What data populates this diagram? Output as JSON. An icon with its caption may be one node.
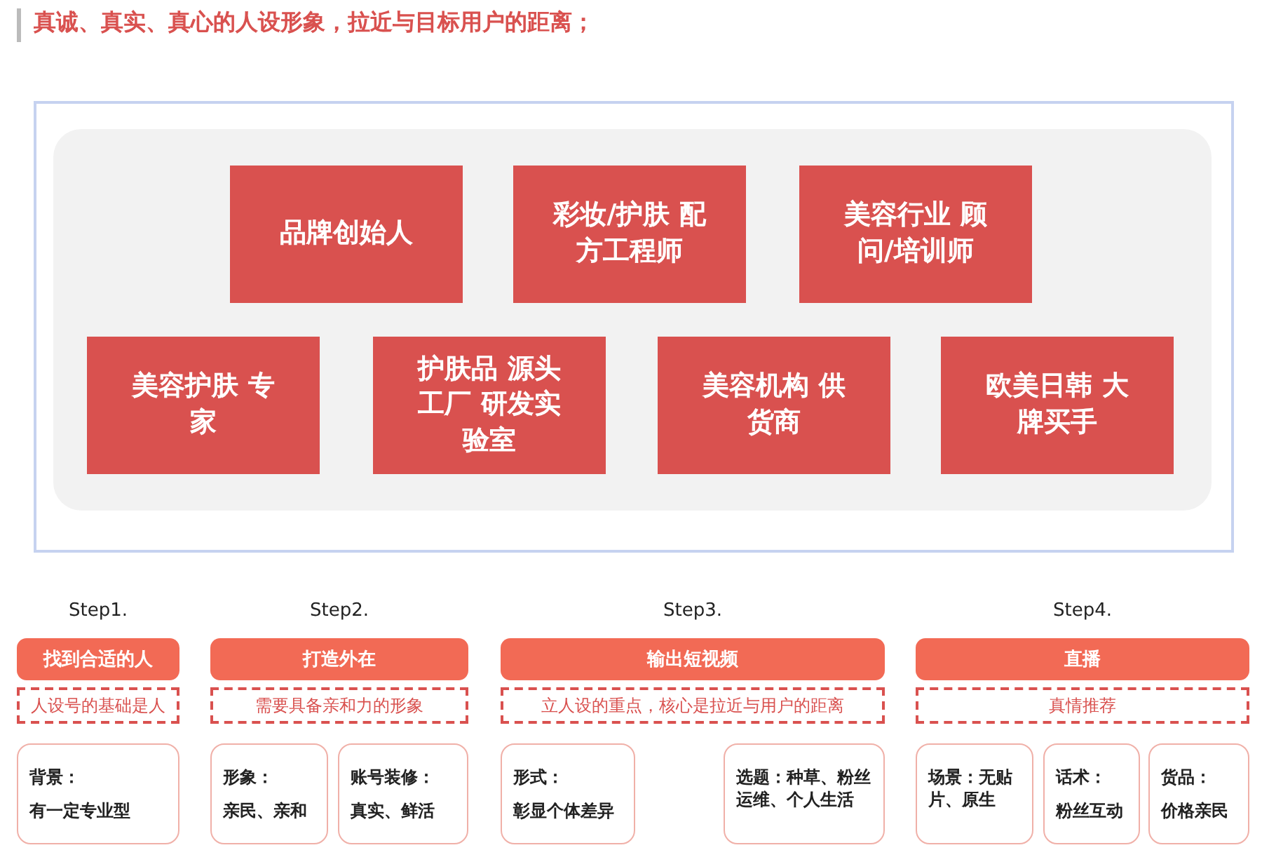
{
  "diagram": {
    "title": "真诚、真实、真心的人设形象，拉近与目标用户的距离；",
    "nodes": [
      {
        "text": [
          "品牌创始人"
        ]
      },
      {
        "text": [
          "彩妆/护肤 配方工程师"
        ]
      },
      {
        "text": [
          "美容行业 顾问/培训师"
        ]
      },
      {
        "text": [
          "美容护肤 专家"
        ]
      },
      {
        "text": [
          "护肤品 源头工厂 研发实验室"
        ]
      },
      {
        "text": [
          "美容机构 供货商"
        ]
      },
      {
        "text": [
          "欧美日韩 大牌买手"
        ]
      },
      {
        "text": [
          "找到合适的人"
        ]
      },
      {
        "text": [
          "人设号的基础是人"
        ]
      },
      {
        "text": [
          "背景：",
          "有一定专业型"
        ]
      },
      {
        "text": [
          "打造外在"
        ]
      },
      {
        "text": [
          "需要具备亲和力的形象"
        ]
      },
      {
        "text": [
          "形象：",
          "亲民、亲和"
        ]
      },
      {
        "text": [
          "账号装修：",
          "真实、鲜活"
        ]
      },
      {
        "text": [
          "输出短视频"
        ]
      },
      {
        "text": [
          "立人设的重点，核心是拉近与用户的距离"
        ]
      },
      {
        "text": [
          "形式：",
          "彰显个体差异"
        ]
      },
      {
        "text": [
          "选题：种草、粉丝运维、个人生活"
        ]
      },
      {
        "text": [
          "直播"
        ]
      },
      {
        "text": [
          "真情推荐"
        ]
      },
      {
        "text": [
          "场景：无贴片、原生"
        ]
      },
      {
        "text": [
          "话术：",
          "粉丝互动"
        ]
      },
      {
        "text": [
          "货品：",
          "价格亲民"
        ]
      }
    ],
    "edges": [],
    "labels": [
      "Step1.",
      "Step2.",
      "Step3.",
      "Step4."
    ]
  }
}
